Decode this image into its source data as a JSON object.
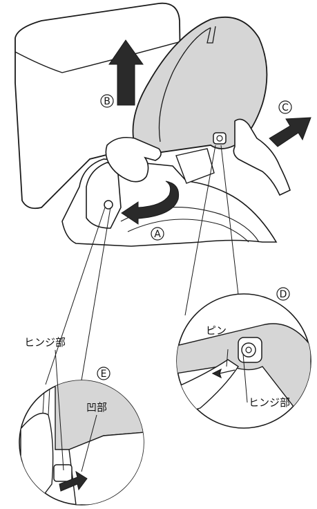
{
  "markers": {
    "a": "A",
    "b": "B",
    "c": "C",
    "d": "D",
    "e": "E"
  },
  "labels": {
    "hinge_left": "ヒンジ部",
    "recess": "凹部",
    "pin": "ピン",
    "hinge_right": "ヒンジ部"
  },
  "colors": {
    "line": "#1a1a1a",
    "cover_fill": "#d6d6d6",
    "arrow_fill": "#2a2a2a",
    "background": "#ffffff"
  }
}
